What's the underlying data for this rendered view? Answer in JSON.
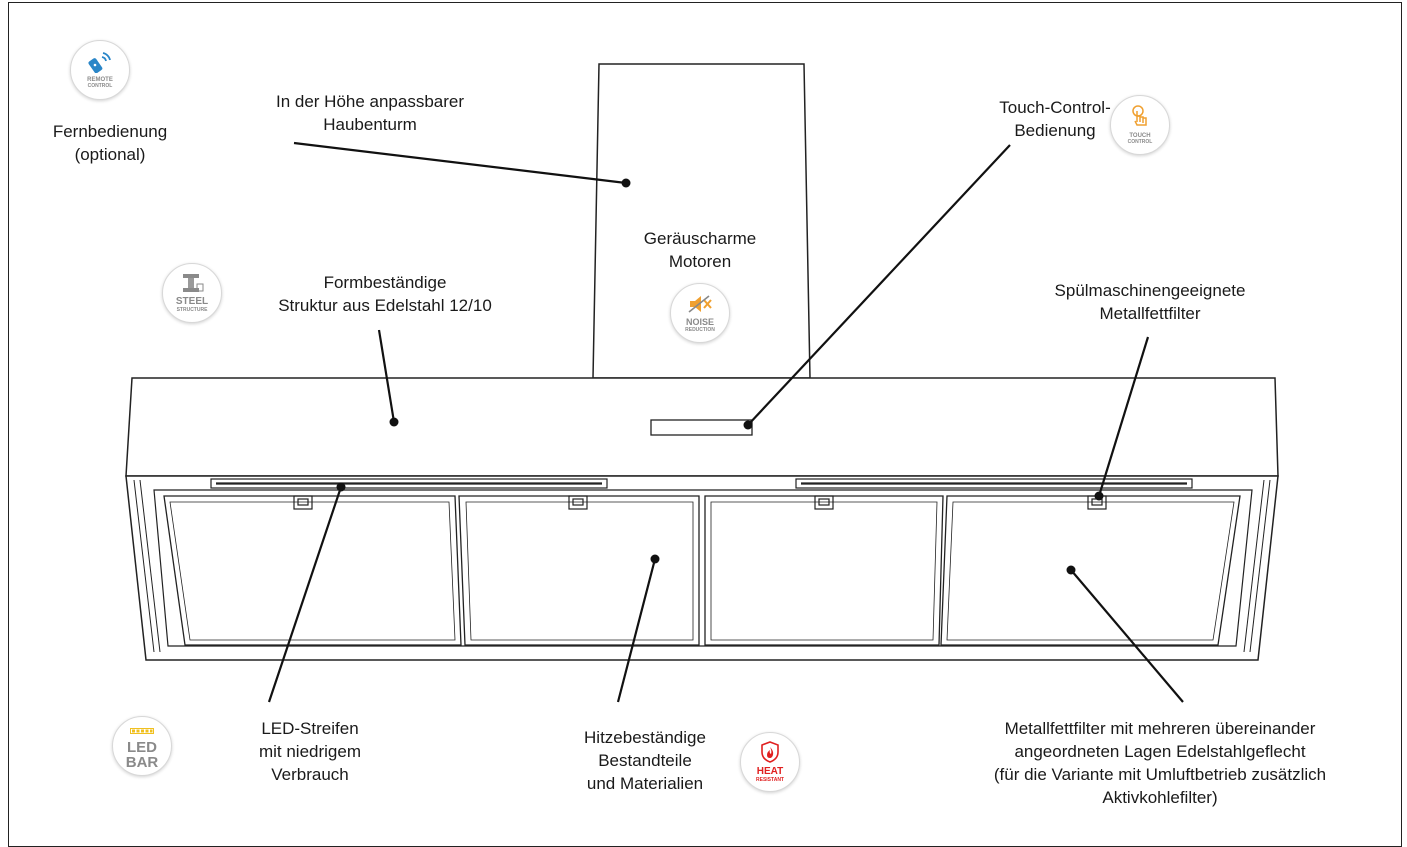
{
  "labels": {
    "remote": [
      "Fernbedienung",
      "(optional)"
    ],
    "tower": [
      "In der Höhe anpassbarer",
      "Haubenturm"
    ],
    "touch": [
      "Touch-Control-",
      "Bedienung"
    ],
    "motor": [
      "Geräuscharme",
      "Motoren"
    ],
    "steel": [
      "Formbeständige",
      "Struktur aus Edelstahl 12/10"
    ],
    "filter_top": [
      "Spülmaschinengeeignete",
      "Metallfettfilter"
    ],
    "led": [
      "LED-Streifen",
      "mit niedrigem",
      "Verbrauch"
    ],
    "heat": [
      "Hitzebeständige",
      "Bestandteile",
      "und Materialien"
    ],
    "filter_bottom": [
      "Metallfettfilter mit mehreren übereinander",
      "angeordneten Lagen Edelstahlgeflecht",
      "(für die Variante mit Umluftbetrieb zusätzlich",
      "Aktivkohlefilter)"
    ]
  },
  "badges": {
    "remote": {
      "line1": "REMOTE",
      "line2": "CONTROL",
      "icon": "remote-control-icon",
      "color": "#2a86c8"
    },
    "touch": {
      "line1": "TOUCH",
      "line2": "CONTROL",
      "icon": "touch-hand-icon",
      "color": "#f0a030"
    },
    "noise": {
      "line1": "NOISE",
      "line2": "REDUCTION",
      "icon": "muted-speaker-icon",
      "color": "#f0a030"
    },
    "steel": {
      "line1": "STEEL",
      "line2": "STRUCTURE",
      "icon": "steel-beam-icon",
      "color": "#8a8a8a"
    },
    "led": {
      "line1": "LED",
      "line2": "BAR",
      "icon": "led-strip-icon",
      "color": "#f0c020"
    },
    "heat": {
      "line1": "HEAT",
      "line2": "RESISTANT",
      "icon": "flame-shield-icon",
      "color": "#e02020"
    }
  }
}
